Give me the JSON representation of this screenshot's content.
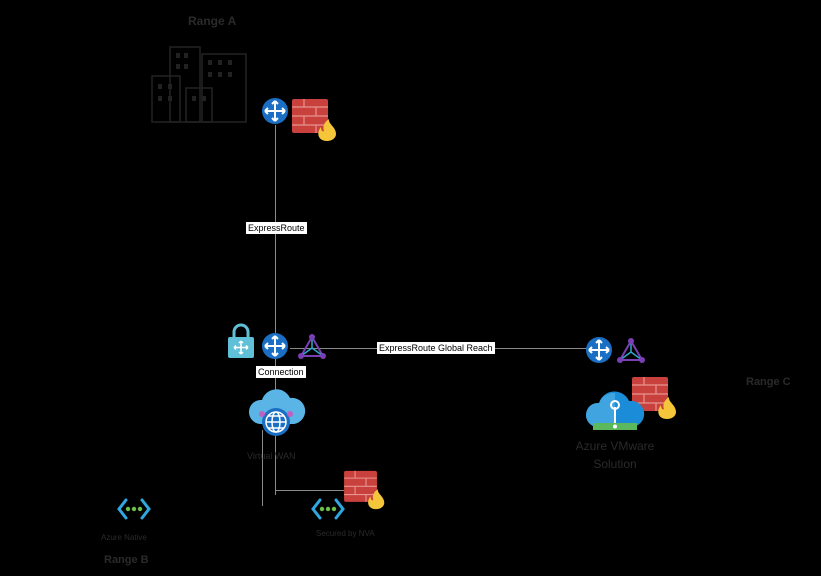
{
  "labels": {
    "range_a": "Range A",
    "range_b": "Range B",
    "range_c": "Range C",
    "expressroute": "ExpressRoute",
    "global_reach": "ExpressRoute Global Reach",
    "connection": "Connection",
    "virtual_wan": "Virtual WAN",
    "azure_native": "Azure Native",
    "secured_by_nva": "Secured by NVA",
    "avs_line1": "Azure VMware",
    "avs_line2": "Solution"
  },
  "icons": [
    "building-icon",
    "router-icon",
    "firewall-icon",
    "vpn-gateway-lock-icon",
    "triangle-network-icon",
    "virtual-wan-icon",
    "avs-cloud-icon",
    "vnet-icon"
  ],
  "colors": {
    "background": "#000000",
    "router_blue": "#1a6fc4",
    "firewall_red": "#c9413d",
    "flame_yellow": "#f5c63a",
    "triangle_purple": "#7b3fb5",
    "link_line": "#8a8a8a"
  }
}
